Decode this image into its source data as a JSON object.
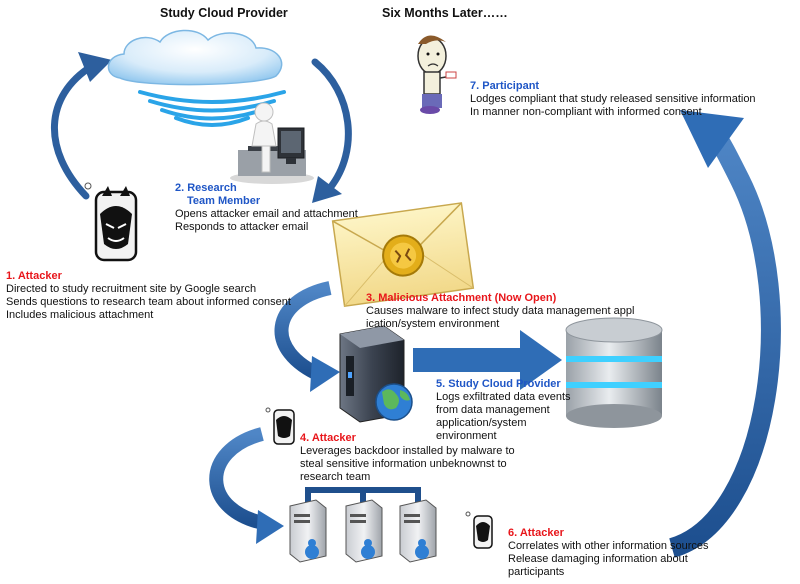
{
  "headers": {
    "left": "Study Cloud Provider",
    "right": "Six Months Later……"
  },
  "steps": [
    {
      "title": "1. Attacker",
      "lines": [
        "Directed to study recruitment site by Google search",
        "Sends questions to research team about informed consent",
        "Includes malicious attachment"
      ],
      "color": "#e8161b"
    },
    {
      "title_lines": [
        "2. Research",
        "Team Member"
      ],
      "lines": [
        "Opens attacker email and attachment",
        "Responds to attacker email"
      ],
      "color": "#1f56c6"
    },
    {
      "title": "3. Malicious Attachment (Now Open)",
      "lines": [
        "Causes malware to infect study data management appl",
        "ication/system environment"
      ],
      "color": "#e8161b"
    },
    {
      "title": "4. Attacker",
      "lines": [
        "Leverages backdoor installed by malware to",
        "steal sensitive information unbeknownst to",
        "research team"
      ],
      "color": "#e8161b"
    },
    {
      "title": "5. Study Cloud Provider",
      "lines": [
        "Logs exfiltrated data events",
        "from data management",
        "application/system",
        "environment"
      ],
      "color": "#1f56c6"
    },
    {
      "title": "6. Attacker",
      "lines": [
        "Correlates with other information sources",
        "Release damaging information about",
        "participants"
      ],
      "color": "#e8161b"
    },
    {
      "title": "7. Participant",
      "lines": [
        "Lodges compliant that study released sensitive information",
        "In manner non-compliant with informed consent"
      ],
      "color": "#1f56c6"
    }
  ]
}
